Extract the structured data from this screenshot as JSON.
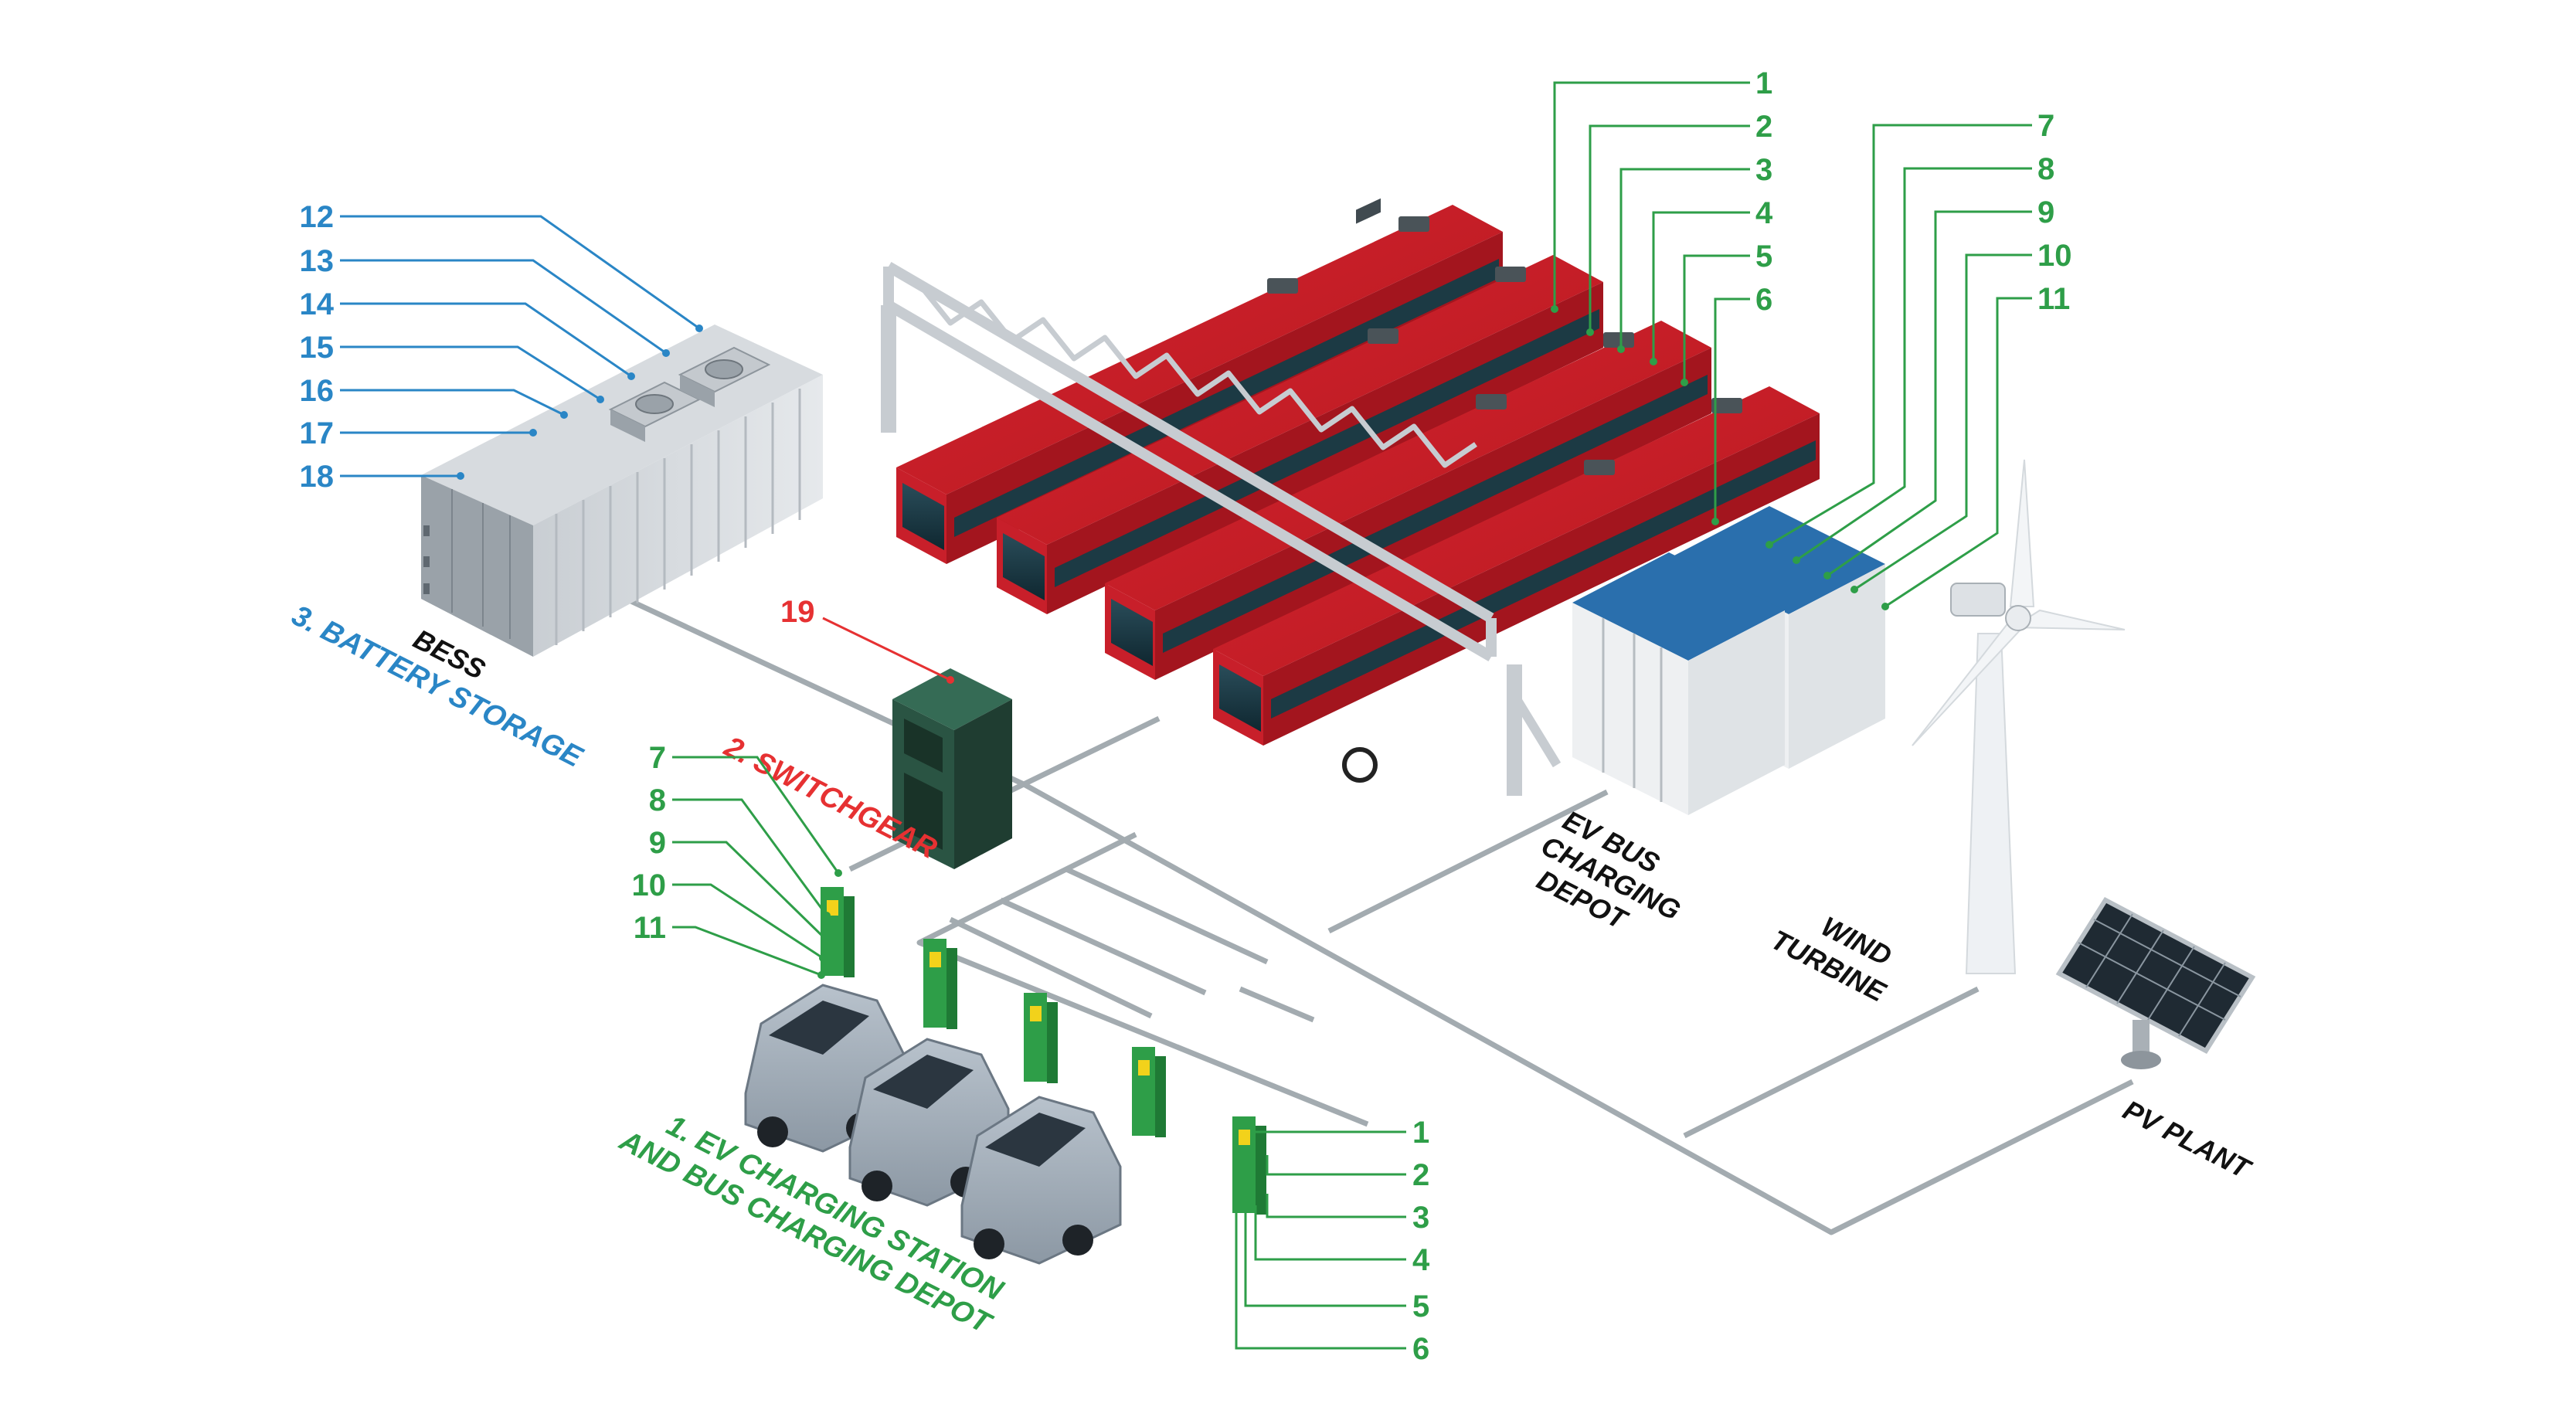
{
  "colors": {
    "green": "#2e9e48",
    "blue": "#2a86c6",
    "red": "#e63132",
    "black": "#111111",
    "bus_red": "#c81f2a",
    "gray_line": "#a3abb0",
    "charger_blue": "#2a6fad"
  },
  "sections": {
    "ev_station": "1. EV CHARGING STATION\nAND BUS CHARGING DEPOT",
    "ev_station_line1": "1. EV CHARGING STATION",
    "ev_station_line2": "AND BUS CHARGING DEPOT",
    "switchgear": "2. SWITCHGEAR",
    "battery_storage": "3. BATTERY STORAGE"
  },
  "labels": {
    "bess": "BESS",
    "ev_bus_depot_1": "EV BUS",
    "ev_bus_depot_2": "CHARGING",
    "ev_bus_depot_3": "DEPOT",
    "wind_1": "WIND",
    "wind_2": "TURBINE",
    "pv": "PV PLANT"
  },
  "callouts": {
    "bus_depot_top": [
      "1",
      "2",
      "3",
      "4",
      "5",
      "6"
    ],
    "bus_charger_top": [
      "7",
      "8",
      "9",
      "10",
      "11"
    ],
    "ev_charger_left": [
      "7",
      "8",
      "9",
      "10",
      "11"
    ],
    "ev_charger_right": [
      "1",
      "2",
      "3",
      "4",
      "5",
      "6"
    ],
    "bess": [
      "12",
      "13",
      "14",
      "15",
      "16",
      "17",
      "18"
    ],
    "switchgear": "19"
  },
  "icons": [
    "bus-icon",
    "car-icon",
    "ev-charger-icon",
    "wind-turbine-icon",
    "solar-panel-icon",
    "battery-container-icon",
    "switchgear-cabinet-icon",
    "pantograph-gantry-icon"
  ]
}
